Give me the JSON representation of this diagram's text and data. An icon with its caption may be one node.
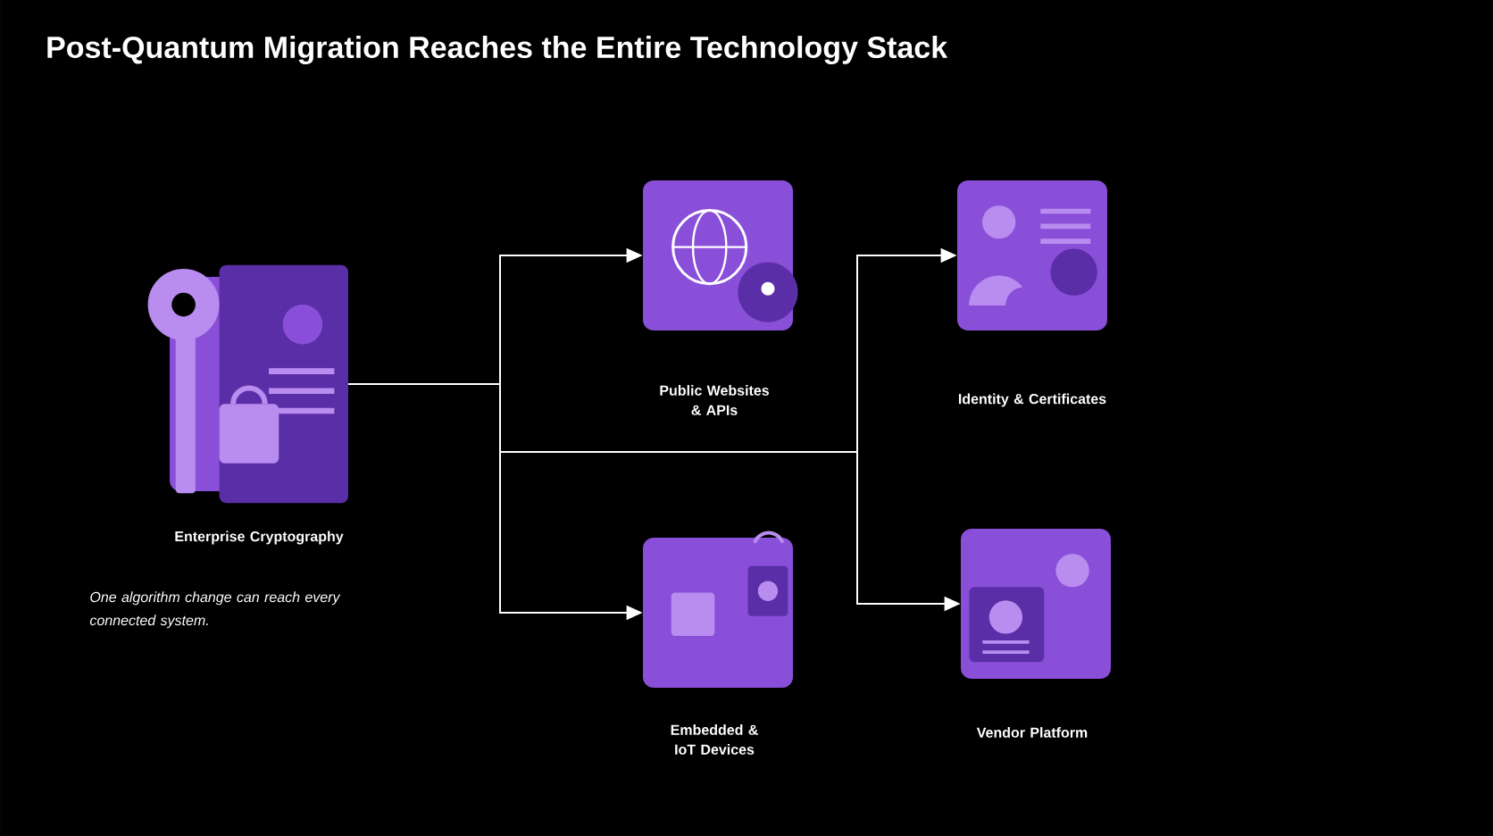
{
  "diagram": {
    "title": "Post-Quantum Migration Reaches the Entire Technology Stack",
    "nodes": [
      {
        "text": [
          "Enterprise Cryptography"
        ]
      },
      {
        "text": [
          "Public Websites & APIs"
        ]
      },
      {
        "text": [
          "Identity & Certificates"
        ]
      },
      {
        "text": [
          "Embedded & IoT Devices"
        ]
      },
      {
        "text": [
          "Vendor Platform"
        ]
      }
    ],
    "edges": [
      {
        "from": 0,
        "to": 1,
        "arrow": "to"
      },
      {
        "from": 0,
        "to": 3,
        "arrow": "to"
      },
      {
        "from": 0,
        "to": 2,
        "arrow": "to"
      },
      {
        "from": 0,
        "to": 4,
        "arrow": "to"
      }
    ],
    "labels": [
      "One algorithm change can reach every connected system."
    ]
  }
}
